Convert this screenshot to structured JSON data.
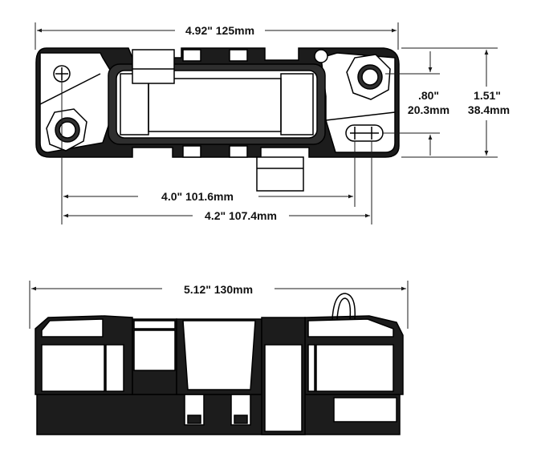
{
  "dimensions": {
    "top_width": "4.92\" 125mm",
    "offset_inch": ".80\"",
    "offset_mm": "20.3mm",
    "height_inch": "1.51\"",
    "height_mm": "38.4mm",
    "hole_spacing_1": "4.0\" 101.6mm",
    "hole_spacing_2": "4.2\" 107.4mm",
    "side_length": "5.12\" 130mm"
  },
  "colors": {
    "body": "#1c1c1c",
    "line": "#1a1a1a",
    "background": "#ffffff"
  }
}
